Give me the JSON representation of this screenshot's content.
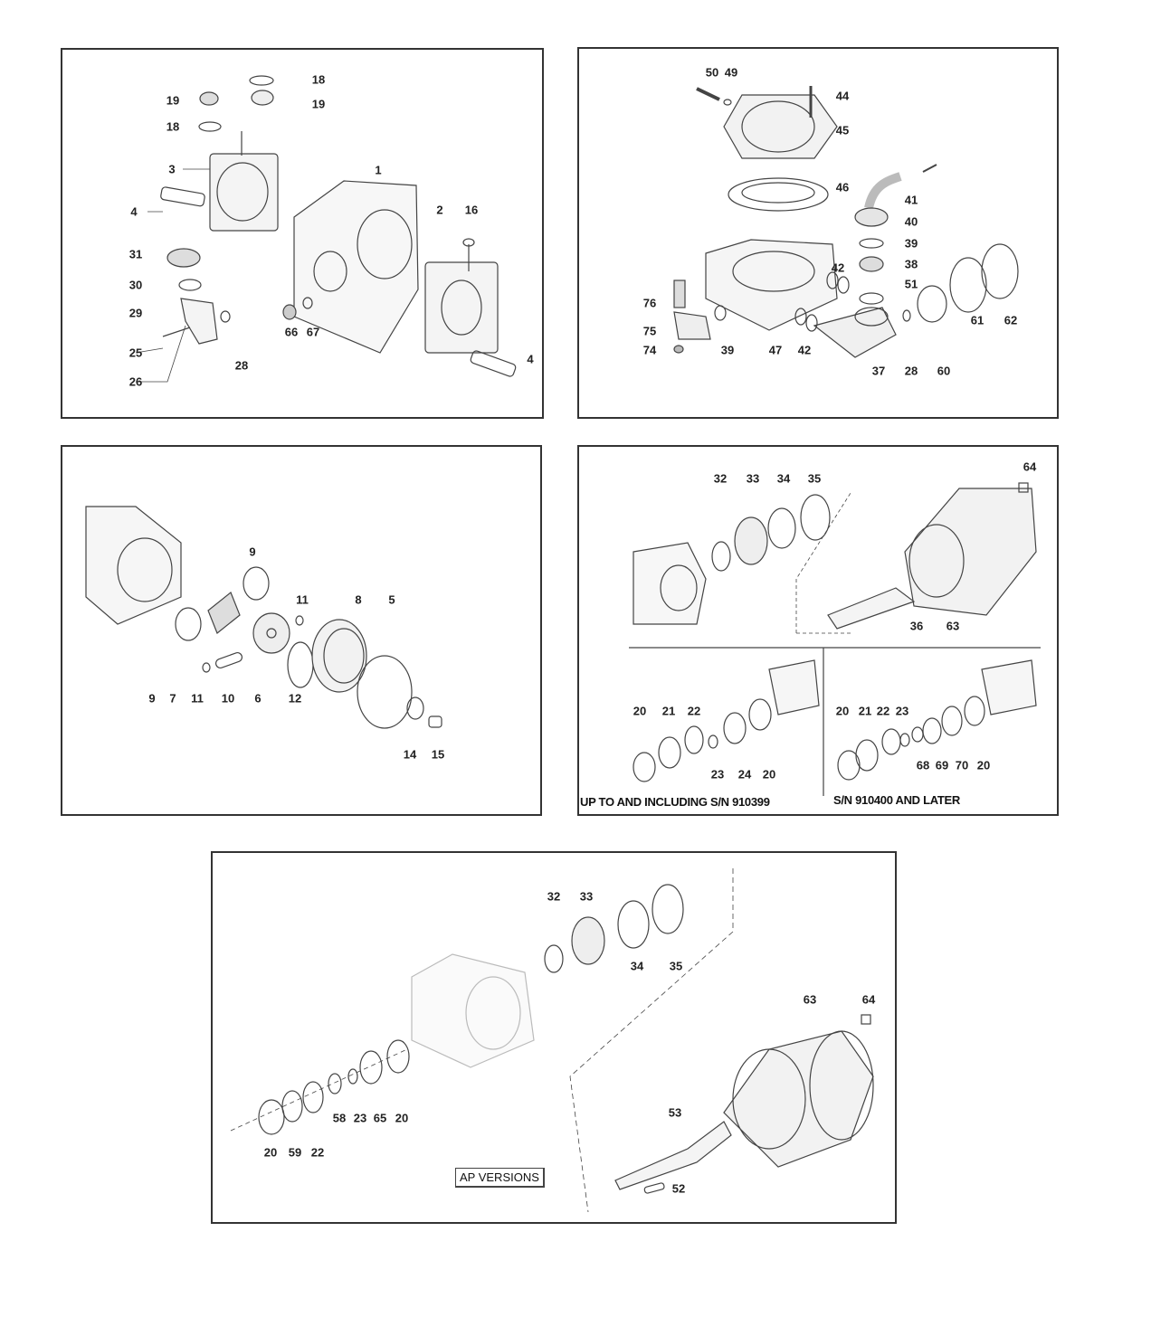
{
  "panels": [
    {
      "name": "pump-body-valves",
      "labels": [
        "18",
        "19",
        "19",
        "18",
        "3",
        "1",
        "2",
        "16",
        "4",
        "31",
        "30",
        "29",
        "25",
        "66",
        "67",
        "28",
        "26",
        "4"
      ]
    },
    {
      "name": "head-manifold",
      "labels": [
        "50",
        "49",
        "44",
        "45",
        "46",
        "41",
        "40",
        "39",
        "38",
        "42",
        "51",
        "76",
        "61",
        "62",
        "75",
        "74",
        "39",
        "47",
        "42",
        "37",
        "28",
        "60"
      ]
    },
    {
      "name": "piston-diaphragm",
      "labels": [
        "9",
        "11",
        "8",
        "5",
        "9",
        "7",
        "11",
        "10",
        "6",
        "12",
        "14",
        "15"
      ]
    },
    {
      "name": "crankshaft-bearings",
      "labels": [
        "32",
        "33",
        "34",
        "35",
        "64",
        "36",
        "63",
        "20",
        "21",
        "22",
        "23",
        "24",
        "20",
        "20",
        "21",
        "22",
        "23",
        "68",
        "69",
        "70",
        "20"
      ],
      "captions": [
        "UP TO AND INCLUDING S/N 910399",
        "S/N 910400 AND LATER"
      ]
    },
    {
      "name": "ap-versions",
      "labels": [
        "32",
        "33",
        "34",
        "35",
        "63",
        "64",
        "53",
        "58",
        "23",
        "65",
        "20",
        "20",
        "59",
        "22",
        "52"
      ],
      "captions": [
        "AP VERSIONS"
      ]
    }
  ]
}
